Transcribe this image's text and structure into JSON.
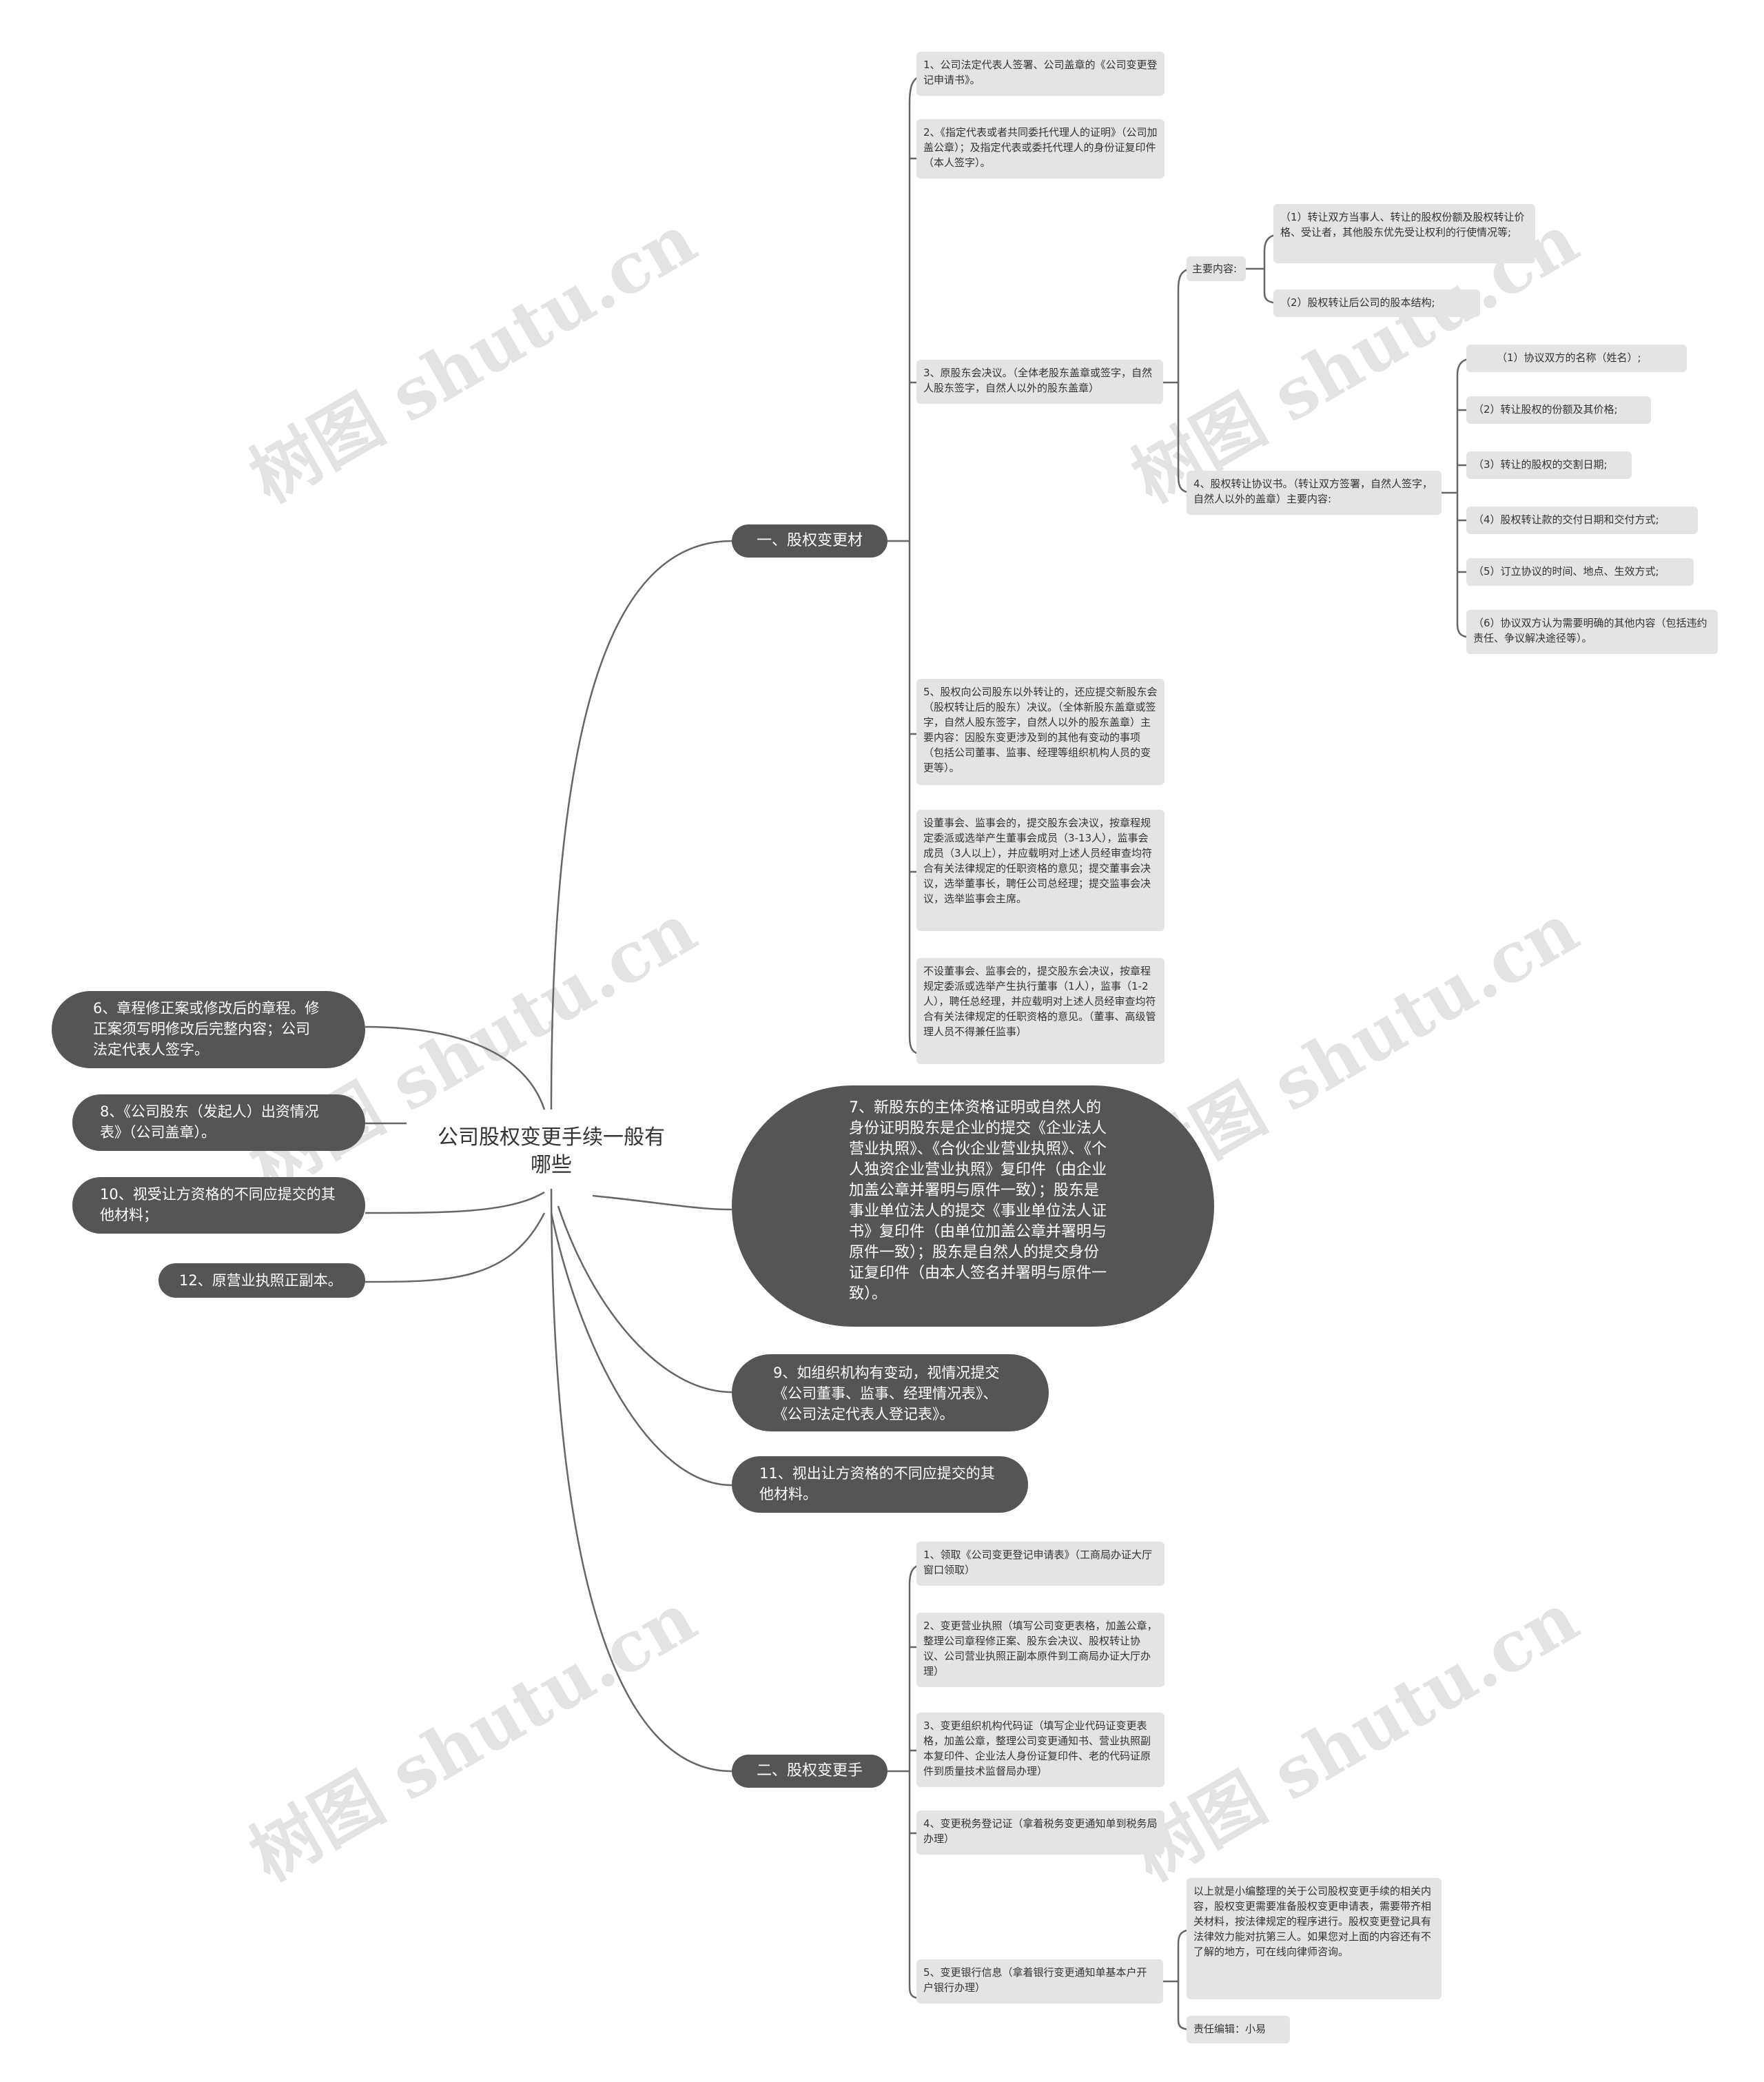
{
  "center_topic": "公司股权变更手续一般有哪些",
  "watermark": "树图 shutu.cn",
  "branch1": {
    "label": "一、股权变更材料",
    "items": {
      "i1": "1、公司法定代表人签署、公司盖章的《公司变更登记申请书》。",
      "i2": "2、《指定代表或者共同委托代理人的证明》（公司加盖公章）；及指定代表或委托代理人的身份证复印件（本人签字）。",
      "i3": "3、原股东会决议。（全体老股东盖章或签字，自然人股东签字，自然人以外的股东盖章）",
      "i3_main": "主要内容:",
      "i3_sub1": "（1）转让双方当事人、转让的股权份额及股权转让价格、受让者，其他股东优先受让权利的行使情况等;",
      "i3_sub2": "（2）股权转让后公司的股本结构;",
      "i4": "4、股权转让协议书。（转让双方签署，自然人签字，自然人以外的盖章）主要内容:",
      "i4_sub1": "（1）协议双方的名称（姓名）;",
      "i4_sub2": "（2）转让股权的份额及其价格;",
      "i4_sub3": "（3）转让的股权的交割日期;",
      "i4_sub4": "（4）股权转让款的交付日期和交付方式;",
      "i4_sub5": "（5）订立协议的时间、地点、生效方式;",
      "i4_sub6": "（6）协议双方认为需要明确的其他内容（包括违约责任、争议解决途径等）。",
      "i5": "5、股权向公司股东以外转让的，还应提交新股东会（股权转让后的股东）决议。（全体新股东盖章或签字，自然人股东签字，自然人以外的股东盖章）主要内容：因股东变更涉及到的其他有变动的事项（包括公司董事、监事、经理等组织机构人员的变更等）。",
      "i6": "设董事会、监事会的，提交股东会决议，按章程规定委派或选举产生董事会成员（3-13人），监事会成员（3人以上），并应载明对上述人员经审查均符合有关法律规定的任职资格的意见；提交董事会决议，选举董事长，聘任公司总经理；提交监事会决议，选举监事会主席。",
      "i7": "不设董事会、监事会的，提交股东会决议，按章程规定委派或选举产生执行董事（1人），监事（1-2人），聘任总经理，并应载明对上述人员经审查均符合有关法律规定的任职资格的意见。（董事、高级管理人员不得兼任监事）"
    }
  },
  "right_nodes": {
    "n7": "7、新股东的主体资格证明或自然人的身份证明股东是企业的提交《企业法人营业执照》、《合伙企业营业执照》、《个人独资企业营业执照》复印件（由企业加盖公章并署明与原件一致）；股东是事业单位法人的提交《事业单位法人证书》复印件（由单位加盖公章并署明与原件一致）；股东是自然人的提交身份证复印件（由本人签名并署明与原件一致）。",
    "n9": "9、如组织机构有变动，视情况提交《公司董事、监事、经理情况表》、《公司法定代表人登记表》。",
    "n11": "11、视出让方资格的不同应提交的其他材料。"
  },
  "left_nodes": {
    "n6": "6、章程修正案或修改后的章程。修正案须写明修改后完整内容；公司法定代表人签字。",
    "n8": "8、《公司股东（发起人）出资情况表》（公司盖章）。",
    "n10": "10、视受让方资格的不同应提交的其他材料；",
    "n12": "12、原营业执照正副本。"
  },
  "branch2": {
    "label": "二、股权变更手续",
    "items": {
      "s1": "1、领取《公司变更登记申请表》（工商局办证大厅窗口领取）",
      "s2": "2、变更营业执照（填写公司变更表格，加盖公章，整理公司章程修正案、股东会决议、股权转让协议、公司营业执照正副本原件到工商局办证大厅办理）",
      "s3": "3、变更组织机构代码证（填写企业代码证变更表格，加盖公章，整理公司变更通知书、营业执照副本复印件、企业法人身份证复印件、老的代码证原件到质量技术监督局办理）",
      "s4": "4、变更税务登记证（拿着税务变更通知单到税务局办理）",
      "s5": "5、变更银行信息（拿着银行变更通知单基本户开户银行办理）",
      "s5_note": "以上就是小编整理的关于公司股权变更手续的相关内容，股权变更需要准备股权变更申请表，需要带齐相关材料，按法律规定的程序进行。股权变更登记具有法律效力能对抗第三人。如果您对上面的内容还有不了解的地方，可在线向律师咨询。",
      "s5_editor": "责任编辑：小易"
    }
  }
}
